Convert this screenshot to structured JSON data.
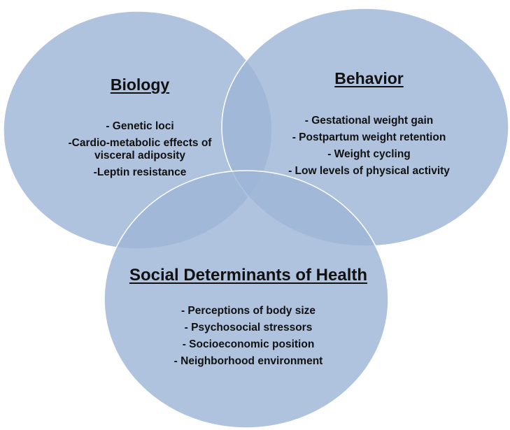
{
  "diagram": {
    "circles": [
      {
        "id": "biology",
        "title": "Biology",
        "items": [
          "- Genetic loci",
          "-Cardio-metabolic effects of visceral adiposity",
          "-Leptin resistance"
        ]
      },
      {
        "id": "behavior",
        "title": "Behavior",
        "items": [
          "- Gestational weight gain",
          "- Postpartum weight retention",
          "- Weight cycling",
          "- Low levels of physical activity"
        ]
      },
      {
        "id": "social",
        "title": "Social Determinants of Health",
        "items": [
          "- Perceptions of body size",
          "- Psychosocial stressors",
          "- Socioeconomic position",
          "- Neighborhood environment"
        ]
      }
    ]
  },
  "colors": {
    "circle_fill": "#9db6d8",
    "text": "#111111"
  }
}
